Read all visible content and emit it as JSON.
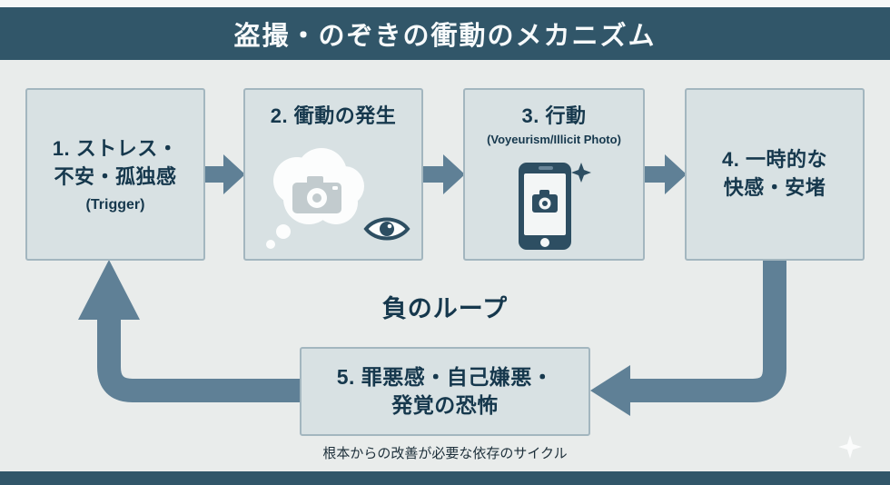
{
  "header": {
    "title": "盗撮・のぞきの衝動のメカニズム"
  },
  "diagram": {
    "boxes": [
      {
        "step": "1",
        "title": "1. ストレス・\n不安・孤独感",
        "subtitle": "(Trigger)"
      },
      {
        "step": "2",
        "title": "2. 衝動の発生"
      },
      {
        "step": "3",
        "title": "3. 行動",
        "subtitle": "(Voyeurism/Illicit Photo)"
      },
      {
        "step": "4",
        "title": "4. 一時的な\n快感・安堵"
      },
      {
        "step": "5",
        "title": "5. 罪悪感・自己嫌悪・\n発覚の恐怖"
      }
    ],
    "loop_label": "負のループ",
    "caption": "根本からの改善が必要な依存のサイクル",
    "icons": {
      "box2": [
        "thought-bubble-camera-icon",
        "eye-icon"
      ],
      "box3": [
        "smartphone-camera-icon",
        "camera-flash-icon"
      ],
      "corner": "sparkle-icon"
    }
  },
  "colors": {
    "header_bg": "#315669",
    "canvas_bg": "#e9eceb",
    "box_bg": "#d8e1e3",
    "box_border": "#a3b6bf",
    "arrow": "#5f8096",
    "text": "#16384d",
    "footer_bg": "#315669"
  }
}
